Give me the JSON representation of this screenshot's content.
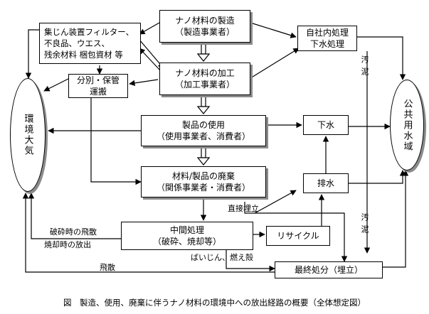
{
  "nodes": {
    "manufacture": {
      "line1": "ナノ材料の製造",
      "line2": "（製造事業者）"
    },
    "processing": {
      "line1": "ナノ材料の加工",
      "line2": "（加工事業者）"
    },
    "use": {
      "line1": "製品の使用",
      "line2": "（使用事業者、消費者）"
    },
    "disposal": {
      "line1": "材料/製品の廃棄",
      "line2": "（関係事業者・消費者）"
    },
    "intermediate": {
      "line1": "中間処理",
      "line2": "（破砕、焼却等）"
    },
    "waste_items": {
      "line1": "集じん装置フィルター、",
      "line2": "不良品、ウエス、",
      "line3": "残余材料 梱包資材 等"
    },
    "sorting": {
      "line1": "分別・保管",
      "line2": "運搬"
    },
    "in_house": {
      "line1": "自社内処理",
      "line2": "下水処理"
    },
    "sewage": {
      "label": "下水"
    },
    "drainage": {
      "label": "排水"
    },
    "recycle": {
      "label": "リサイクル"
    },
    "landfill": {
      "label": "最終処分（埋立）"
    },
    "atmosphere": {
      "label": "環境大気"
    },
    "water_area": {
      "label": "公共用水域"
    }
  },
  "edge_labels": {
    "sludge_top": "汚泥",
    "sludge_bottom": "汚泥",
    "direct_landfill": "直接埋立",
    "crush_scatter": "破砕時の飛散",
    "incinerate_release": "焼却時の放出",
    "dust_ash": "ばいじん、燃え殻",
    "scatter": "飛散"
  },
  "caption": "図　製造、使用、廃棄に伴うナノ材料の環境中への放出経路の概要（全体想定図）"
}
